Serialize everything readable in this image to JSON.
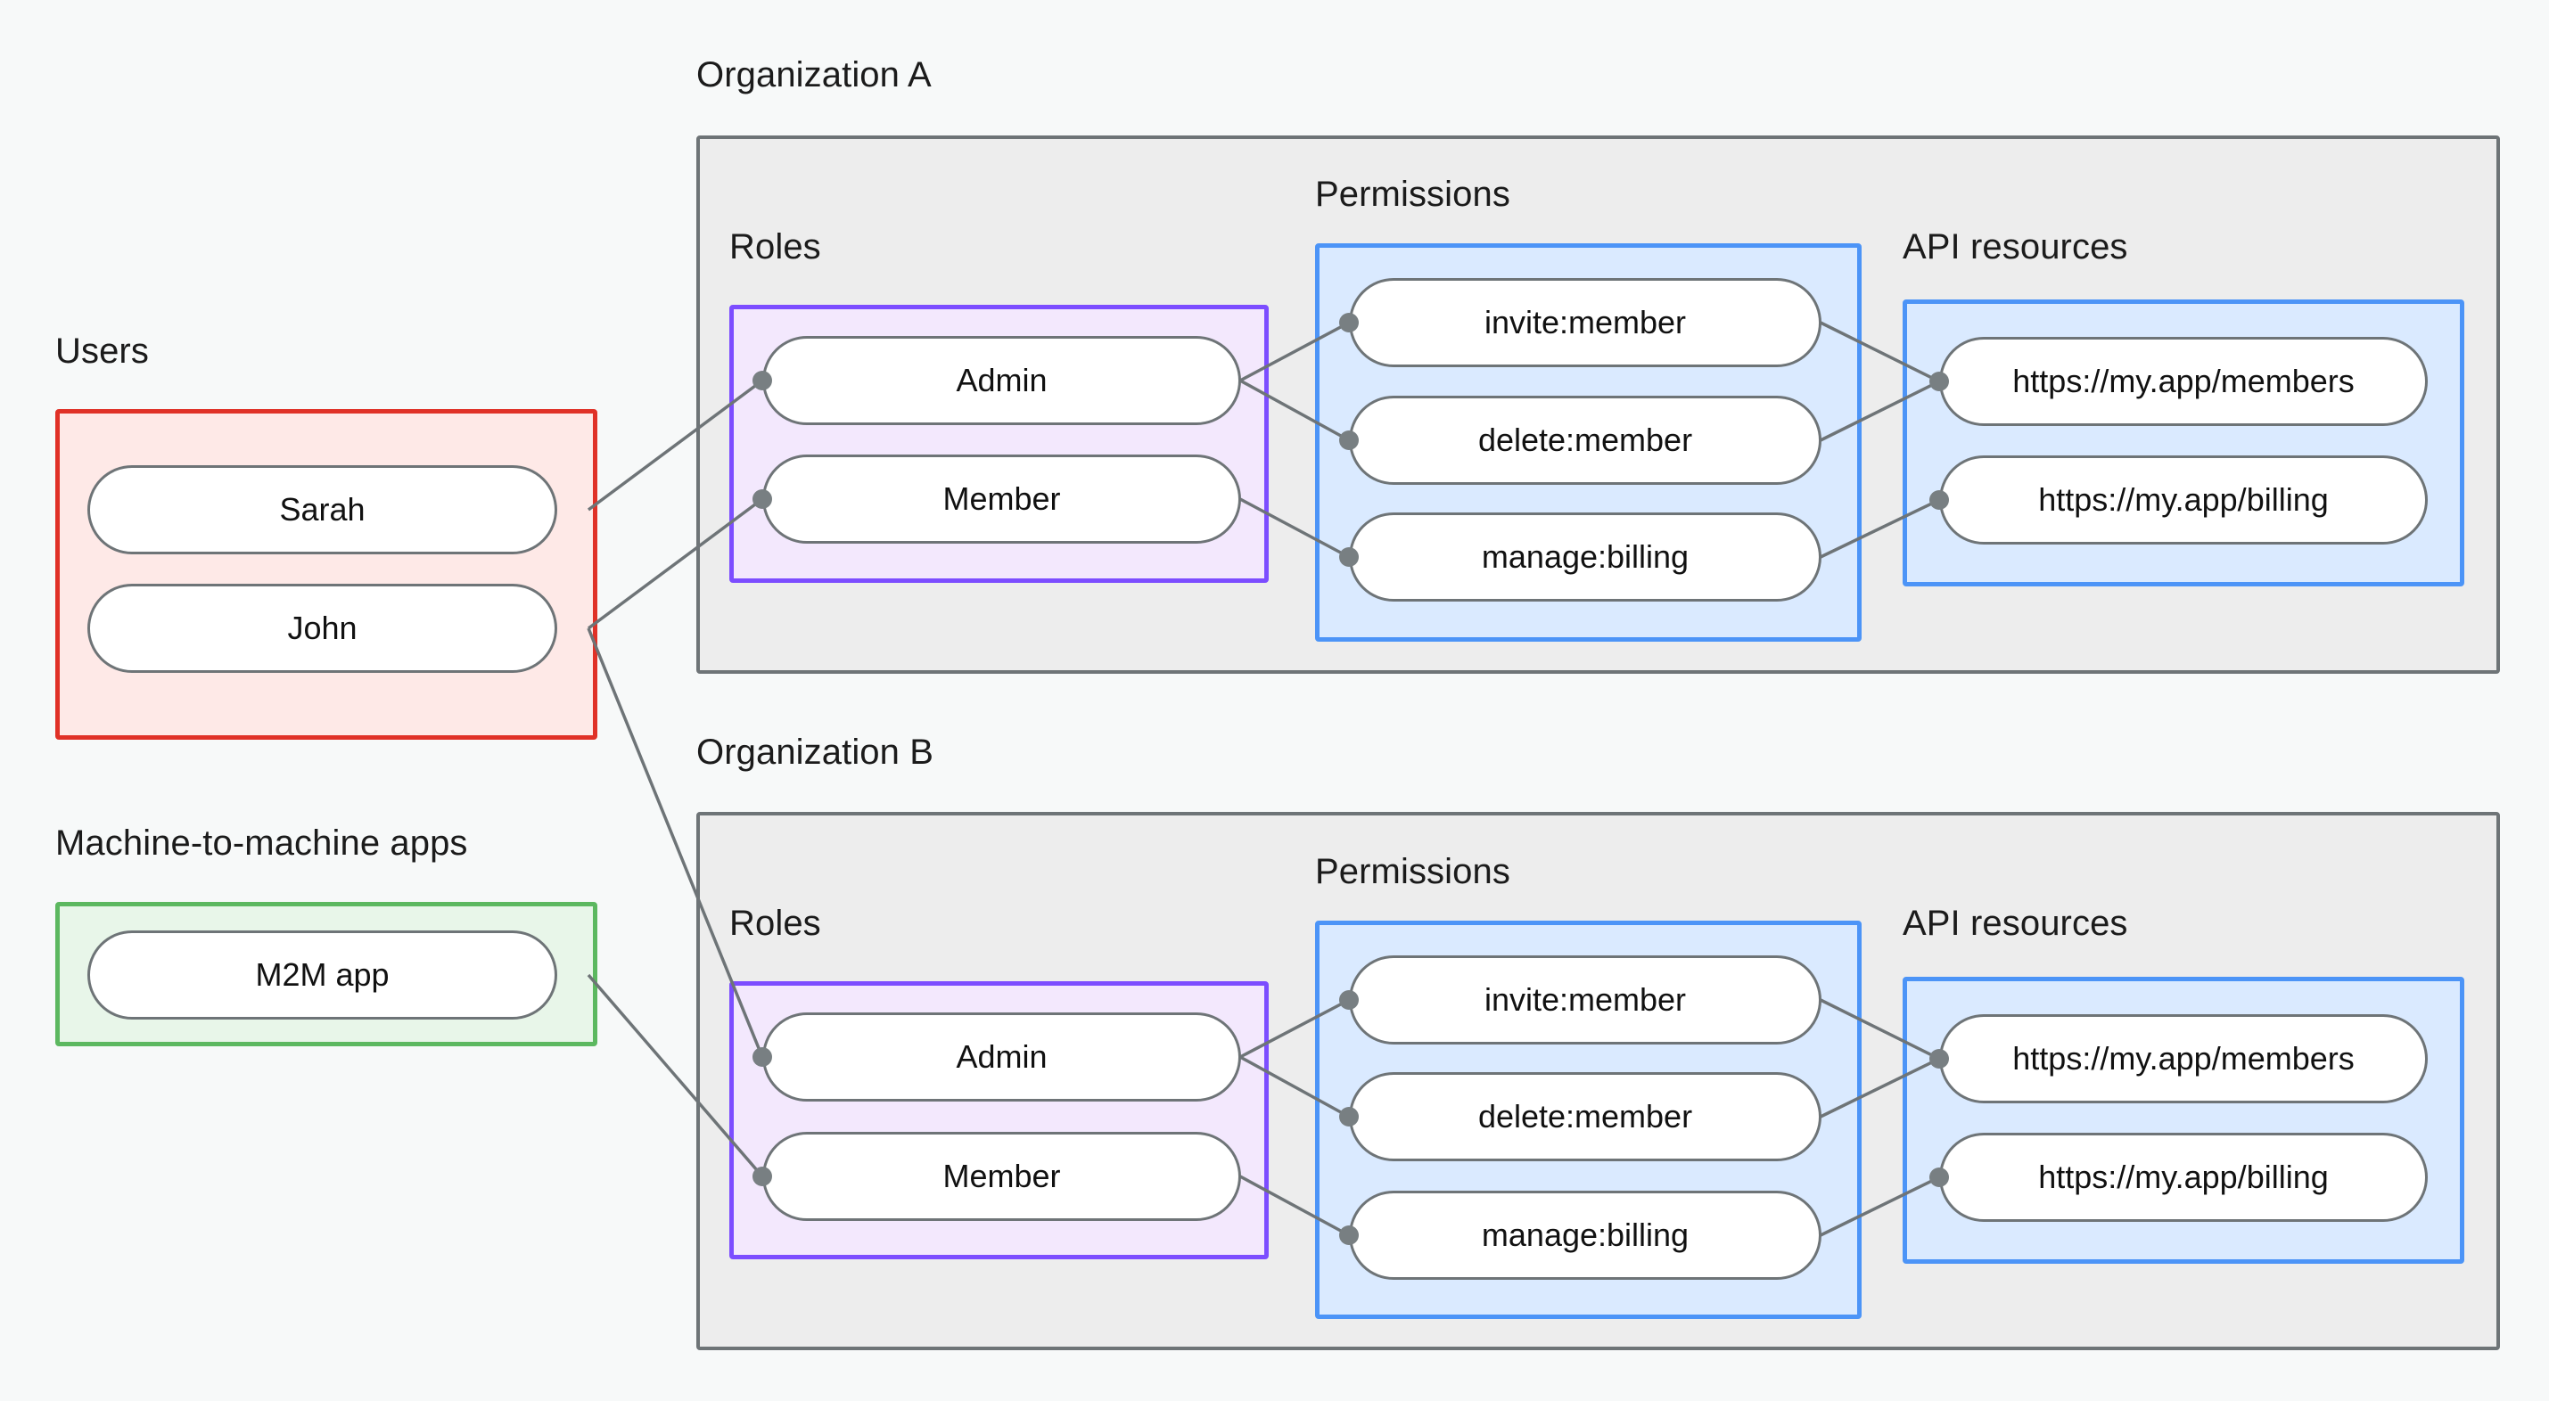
{
  "diagram": {
    "title_labels": {
      "users": "Users",
      "m2m": "Machine-to-machine apps",
      "org_a": "Organization A",
      "org_b": "Organization B",
      "roles": "Roles",
      "permissions": "Permissions",
      "api_resources": "API resources"
    },
    "colors": {
      "page_background": "#f7f9f9",
      "org_box_fill": "#ededed",
      "org_box_border": "#6e7477",
      "users_fill": "#fee9e7",
      "users_border": "#e03127",
      "m2m_fill": "#e8f6e9",
      "m2m_border": "#5cb860",
      "roles_fill": "#f3e8fd",
      "roles_border": "#7c4dff",
      "permissions_fill": "#daeaff",
      "permissions_border": "#4c94f7",
      "api_resources_fill": "#daeaff",
      "api_resources_border": "#4c94f7",
      "node_fill": "#ffffff",
      "node_border": "#6e7477",
      "edge": "#6e7477",
      "edge_dot": "#787f82",
      "text": "#111111"
    },
    "users": {
      "label": "Users",
      "nodes": [
        {
          "id": "sarah",
          "label": "Sarah"
        },
        {
          "id": "john",
          "label": "John"
        }
      ]
    },
    "m2m": {
      "label": "Machine-to-machine apps",
      "nodes": [
        {
          "id": "m2m-app",
          "label": "M2M app"
        }
      ]
    },
    "organizations": [
      {
        "id": "org-a",
        "label": "Organization A",
        "roles": {
          "label": "Roles",
          "nodes": [
            {
              "id": "a-admin",
              "label": "Admin"
            },
            {
              "id": "a-member",
              "label": "Member"
            }
          ]
        },
        "permissions": {
          "label": "Permissions",
          "nodes": [
            {
              "id": "a-invite",
              "label": "invite:member"
            },
            {
              "id": "a-delete",
              "label": "delete:member"
            },
            {
              "id": "a-billing",
              "label": "manage:billing"
            }
          ]
        },
        "api_resources": {
          "label": "API resources",
          "nodes": [
            {
              "id": "a-res-members",
              "label": "https://my.app/members"
            },
            {
              "id": "a-res-billing",
              "label": "https://my.app/billing"
            }
          ]
        }
      },
      {
        "id": "org-b",
        "label": "Organization B",
        "roles": {
          "label": "Roles",
          "nodes": [
            {
              "id": "b-admin",
              "label": "Admin"
            },
            {
              "id": "b-member",
              "label": "Member"
            }
          ]
        },
        "permissions": {
          "label": "Permissions",
          "nodes": [
            {
              "id": "b-invite",
              "label": "invite:member"
            },
            {
              "id": "b-delete",
              "label": "delete:member"
            },
            {
              "id": "b-billing",
              "label": "manage:billing"
            }
          ]
        },
        "api_resources": {
          "label": "API resources",
          "nodes": [
            {
              "id": "b-res-members",
              "label": "https://my.app/members"
            },
            {
              "id": "b-res-billing",
              "label": "https://my.app/billing"
            }
          ]
        }
      }
    ],
    "connections": [
      {
        "from": "sarah",
        "to": "a-admin"
      },
      {
        "from": "john",
        "to": "a-member"
      },
      {
        "from": "john",
        "to": "b-admin"
      },
      {
        "from": "m2m-app",
        "to": "b-member"
      },
      {
        "from": "a-admin",
        "to": "a-invite"
      },
      {
        "from": "a-admin",
        "to": "a-delete"
      },
      {
        "from": "a-member",
        "to": "a-billing"
      },
      {
        "from": "a-invite",
        "to": "a-res-members"
      },
      {
        "from": "a-delete",
        "to": "a-res-members"
      },
      {
        "from": "a-billing",
        "to": "a-res-billing"
      },
      {
        "from": "b-admin",
        "to": "b-invite"
      },
      {
        "from": "b-admin",
        "to": "b-delete"
      },
      {
        "from": "b-member",
        "to": "b-billing"
      },
      {
        "from": "b-invite",
        "to": "b-res-members"
      },
      {
        "from": "b-delete",
        "to": "b-res-members"
      },
      {
        "from": "b-billing",
        "to": "b-res-billing"
      }
    ]
  }
}
